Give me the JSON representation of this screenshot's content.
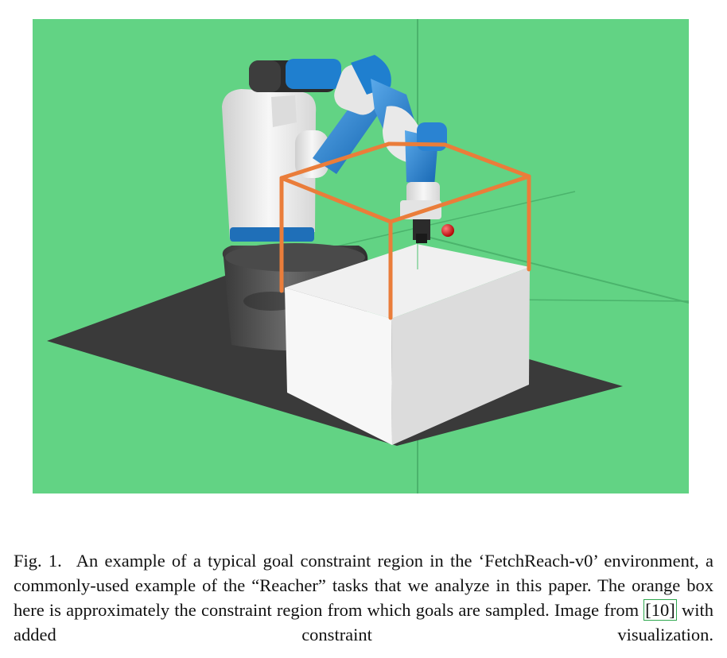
{
  "figure": {
    "background_color": "#62d384",
    "floor_color": "#3a3a3a",
    "table_color": "#efefef",
    "constraint_box_color": "#ea7d3a",
    "goal_marker_color": "#e01010",
    "robot_accent_color": "#1f7fcf"
  },
  "caption": {
    "label": "Fig. 1.",
    "text_before_cite": "An example of a typical goal constraint region in the ‘FetchReach-v0’ environment, a commonly-used example of the “Reacher” tasks that we analyze in this paper. The orange box here is approximately the constraint region from which goals are sampled. Image from ",
    "cite": "[10]",
    "text_after_cite": " with added constraint visualization."
  }
}
